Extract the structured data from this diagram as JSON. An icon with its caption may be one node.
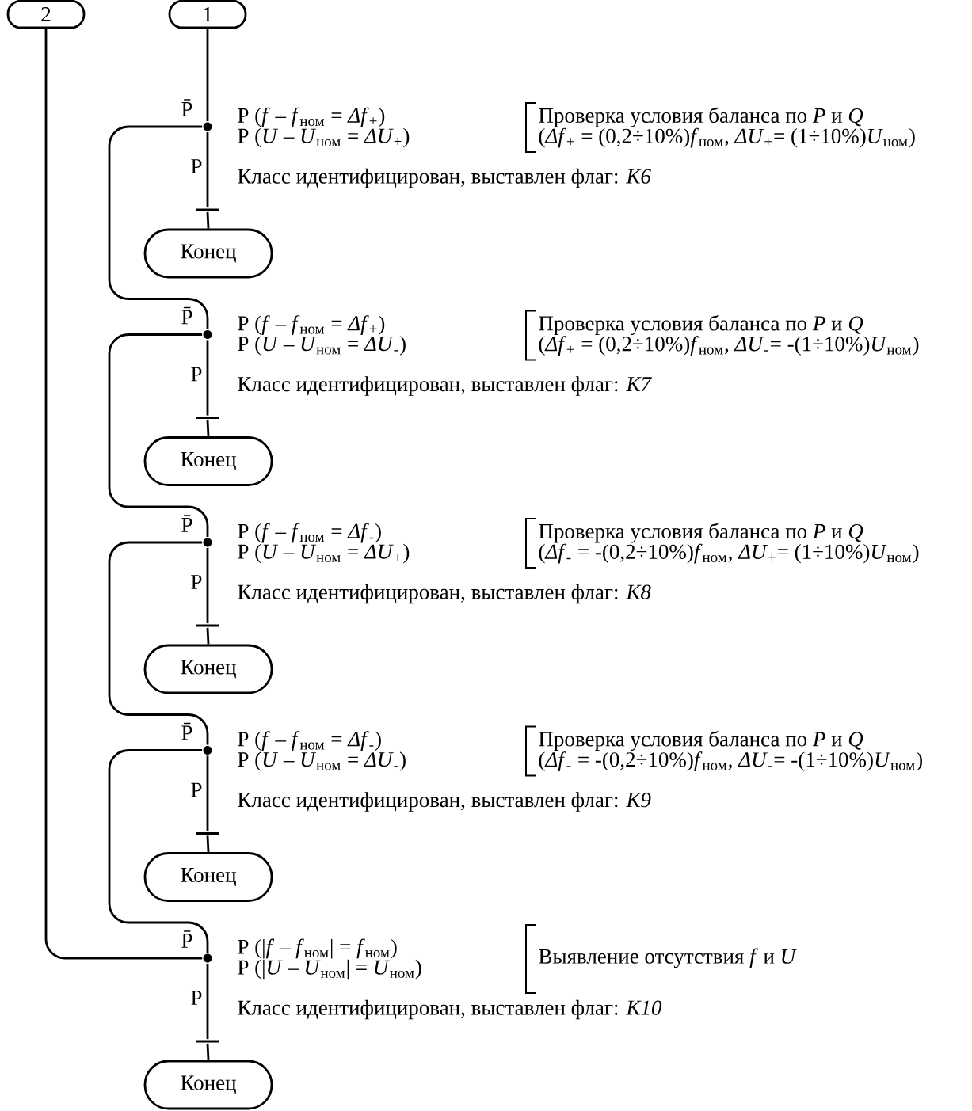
{
  "diagram": {
    "nodes": [
      {
        "text": [
          "2"
        ]
      },
      {
        "text": [
          "1"
        ]
      },
      {
        "text": [],
        "shape": "circle",
        "beside": [
          "P (*f* – *f*$_{ном}$ = *Δf*$_{+}$)",
          "P (*U* – *U*$_{ном}$ = *ΔU*$_{+}$)"
        ]
      },
      {
        "text": [],
        "shape": "bar",
        "beside": [
          "Класс идентифицирован, выставлен флаг: *К6*"
        ]
      },
      {
        "text": [
          "Конец"
        ]
      },
      {
        "text": [],
        "shape": "circle",
        "beside": [
          "P (*f* – *f*$_{ном}$ = *Δf*$_{+}$)",
          "P (*U* – *U*$_{ном}$ = *ΔU*$_{-}$)"
        ]
      },
      {
        "text": [],
        "shape": "bar",
        "beside": [
          "Класс идентифицирован, выставлен флаг: *К7*"
        ]
      },
      {
        "text": [
          "Конец"
        ]
      },
      {
        "text": [],
        "shape": "circle",
        "beside": [
          "P (*f* – *f*$_{ном}$ = *Δf*$_{-}$)",
          "P (*U* – *U*$_{ном}$ = *ΔU*$_{+}$)"
        ]
      },
      {
        "text": [],
        "shape": "bar",
        "beside": [
          "Класс идентифицирован, выставлен флаг: *К8*"
        ]
      },
      {
        "text": [
          "Конец"
        ]
      },
      {
        "text": [],
        "shape": "circle",
        "beside": [
          "P (*f* – *f*$_{ном}$ = *Δf*$_{-}$)",
          "P (*U* – *U*$_{ном}$ = *ΔU*$_{-}$)"
        ]
      },
      {
        "text": [],
        "shape": "bar",
        "beside": [
          "Класс идентифицирован, выставлен флаг: *К9*"
        ]
      },
      {
        "text": [
          "Конец"
        ]
      },
      {
        "text": [],
        "shape": "circle",
        "beside": [
          "P (|*f* – *f*$_{ном}$| = *f*$_{ном}$)",
          "P (|*U* – *U*$_{ном}$| = *U*$_{ном}$)"
        ]
      },
      {
        "text": [],
        "shape": "bar",
        "beside": [
          "Класс идентифицирован, выставлен флаг: *К10*"
        ]
      },
      {
        "text": [
          "Конец"
        ]
      }
    ],
    "edges": [
      {
        "from": 1,
        "to": 2,
        "arrow": "none"
      },
      {
        "from": 2,
        "to": 5,
        "arrow": "none",
        "label": "P̄"
      },
      {
        "from": 2,
        "to": 3,
        "arrow": "none",
        "label": "P"
      },
      {
        "from": 3,
        "to": 4,
        "arrow": "none"
      },
      {
        "from": 5,
        "to": 8,
        "arrow": "none",
        "label": "P̄"
      },
      {
        "from": 5,
        "to": 6,
        "arrow": "none",
        "label": "P"
      },
      {
        "from": 6,
        "to": 7,
        "arrow": "none"
      },
      {
        "from": 8,
        "to": 11,
        "arrow": "none",
        "label": "P̄"
      },
      {
        "from": 8,
        "to": 9,
        "arrow": "none",
        "label": "P"
      },
      {
        "from": 9,
        "to": 10,
        "arrow": "none"
      },
      {
        "from": 11,
        "to": 14,
        "arrow": "none",
        "label": "P̄"
      },
      {
        "from": 11,
        "to": 12,
        "arrow": "none",
        "label": "P"
      },
      {
        "from": 12,
        "to": 13,
        "arrow": "none"
      },
      {
        "from": 14,
        "to": 0,
        "arrow": "none",
        "label": "P̄"
      },
      {
        "from": 14,
        "to": 15,
        "arrow": "none",
        "label": "P"
      },
      {
        "from": 15,
        "to": 16,
        "arrow": "none"
      }
    ],
    "labels": [
      "Проверка условия баланса по *P* и *Q*",
      "(*Δf*$_{+}$ = (0,2÷10%)*f*$_{ном}$, *ΔU*$_{+}$= (1÷10%)*U*$_{ном}$)",
      "Проверка условия баланса по *P* и *Q*",
      "(*Δf*$_{+}$ = (0,2÷10%)*f*$_{ном}$, *ΔU*$_{-}$= -(1÷10%)*U*$_{ном}$)",
      "Проверка условия баланса по *P* и *Q*",
      "(*Δf*$_{-}$ = -(0,2÷10%)*f*$_{ном}$, *ΔU*$_{+}$= (1÷10%)*U*$_{ном}$)",
      "Проверка условия баланса по *P* и *Q*",
      "(*Δf*$_{-}$ = -(0,2÷10%)*f*$_{ном}$, *ΔU*$_{-}$= -(1÷10%)*U*$_{ном}$)",
      "Выявление отсутствия *f* и *U*"
    ]
  }
}
